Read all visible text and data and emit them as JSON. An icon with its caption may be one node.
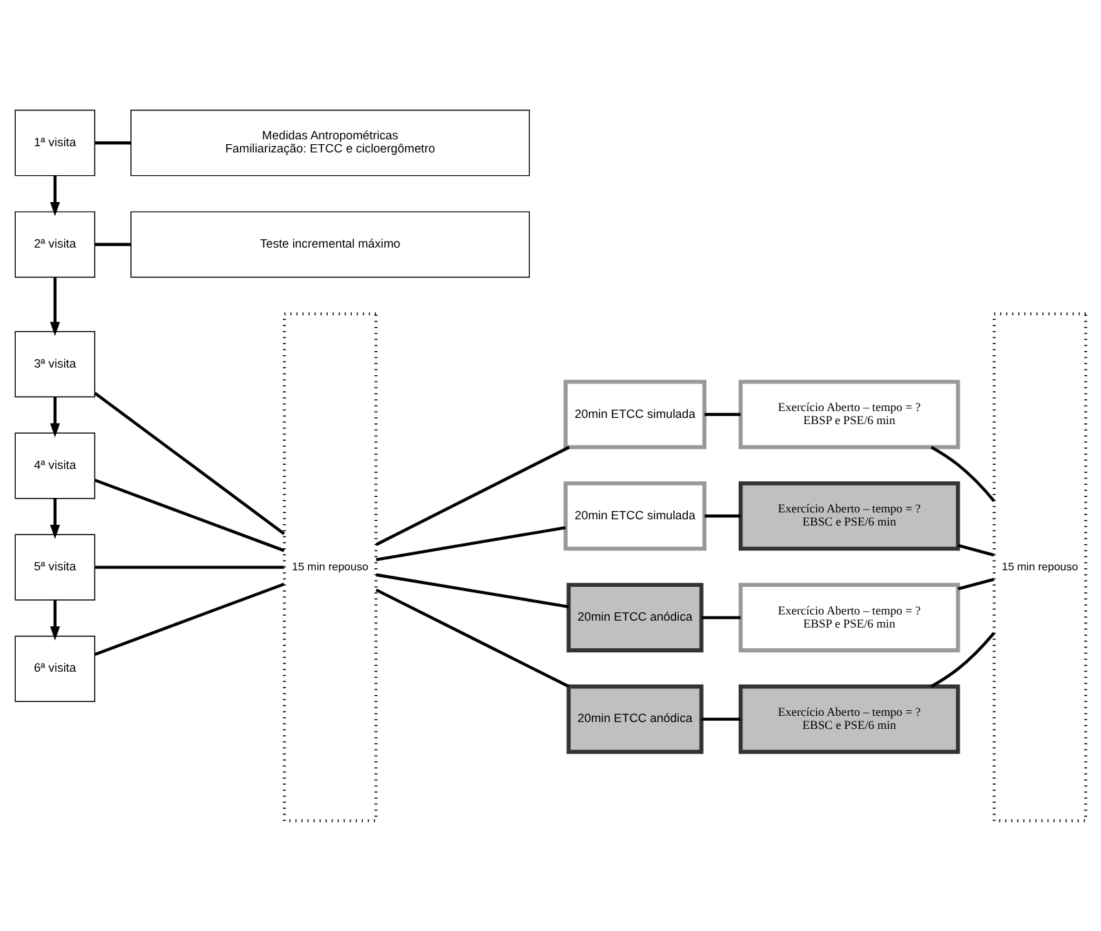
{
  "diagram": {
    "nodes": [
      {
        "text": [
          "1ª visita"
        ]
      },
      {
        "text": [
          "Medidas Antropométricas",
          "Familiarização: ETCC e cicloergômetro"
        ]
      },
      {
        "text": [
          "2ª visita"
        ]
      },
      {
        "text": [
          "Teste incremental máximo"
        ]
      },
      {
        "text": [
          "3ª visita"
        ]
      },
      {
        "text": [
          "15 min repouso"
        ]
      },
      {
        "text": [
          "20min ETCC simulada"
        ]
      },
      {
        "text": [
          "Exercício Aberto – tempo = ?",
          "EBSP e PSE/6 min"
        ]
      },
      {
        "text": [
          "15 min repouso"
        ]
      },
      {
        "text": [
          "4ª visita"
        ]
      },
      {
        "text": [
          "20min ETCC simulada"
        ]
      },
      {
        "text": [
          "Exercício Aberto – tempo = ?",
          "EBSC e PSE/6 min"
        ]
      },
      {
        "text": [
          "5ª visita"
        ]
      },
      {
        "text": [
          "20min ETCC anódica"
        ]
      },
      {
        "text": [
          "Exercício Aberto – tempo = ?",
          "EBSP e PSE/6 min"
        ]
      },
      {
        "text": [
          "6ª visita"
        ]
      },
      {
        "text": [
          "20min ETCC anódica"
        ]
      },
      {
        "text": [
          "Exercício Aberto – tempo = ?",
          "EBSC e PSE/6 min"
        ]
      }
    ],
    "edges": [
      {
        "from": 0,
        "to": 1,
        "arrow": "none"
      },
      {
        "from": 0,
        "to": 2,
        "arrow": "to"
      },
      {
        "from": 2,
        "to": 3,
        "arrow": "none"
      },
      {
        "from": 2,
        "to": 4,
        "arrow": "to"
      },
      {
        "from": 4,
        "to": 5,
        "arrow": "none"
      },
      {
        "from": 5,
        "to": 6,
        "arrow": "none"
      },
      {
        "from": 6,
        "to": 7,
        "arrow": "none"
      },
      {
        "from": 7,
        "to": 8,
        "arrow": "none"
      },
      {
        "from": 4,
        "to": 9,
        "arrow": "to"
      },
      {
        "from": 9,
        "to": 5,
        "arrow": "none"
      },
      {
        "from": 5,
        "to": 10,
        "arrow": "none"
      },
      {
        "from": 10,
        "to": 11,
        "arrow": "none"
      },
      {
        "from": 11,
        "to": 8,
        "arrow": "none"
      },
      {
        "from": 9,
        "to": 12,
        "arrow": "to"
      },
      {
        "from": 12,
        "to": 5,
        "arrow": "none"
      },
      {
        "from": 5,
        "to": 13,
        "arrow": "none"
      },
      {
        "from": 13,
        "to": 14,
        "arrow": "none"
      },
      {
        "from": 14,
        "to": 8,
        "arrow": "none"
      },
      {
        "from": 12,
        "to": 15,
        "arrow": "to"
      },
      {
        "from": 15,
        "to": 5,
        "arrow": "none"
      },
      {
        "from": 5,
        "to": 16,
        "arrow": "none"
      },
      {
        "from": 16,
        "to": 17,
        "arrow": "none"
      },
      {
        "from": 17,
        "to": 8,
        "arrow": "none"
      }
    ]
  }
}
